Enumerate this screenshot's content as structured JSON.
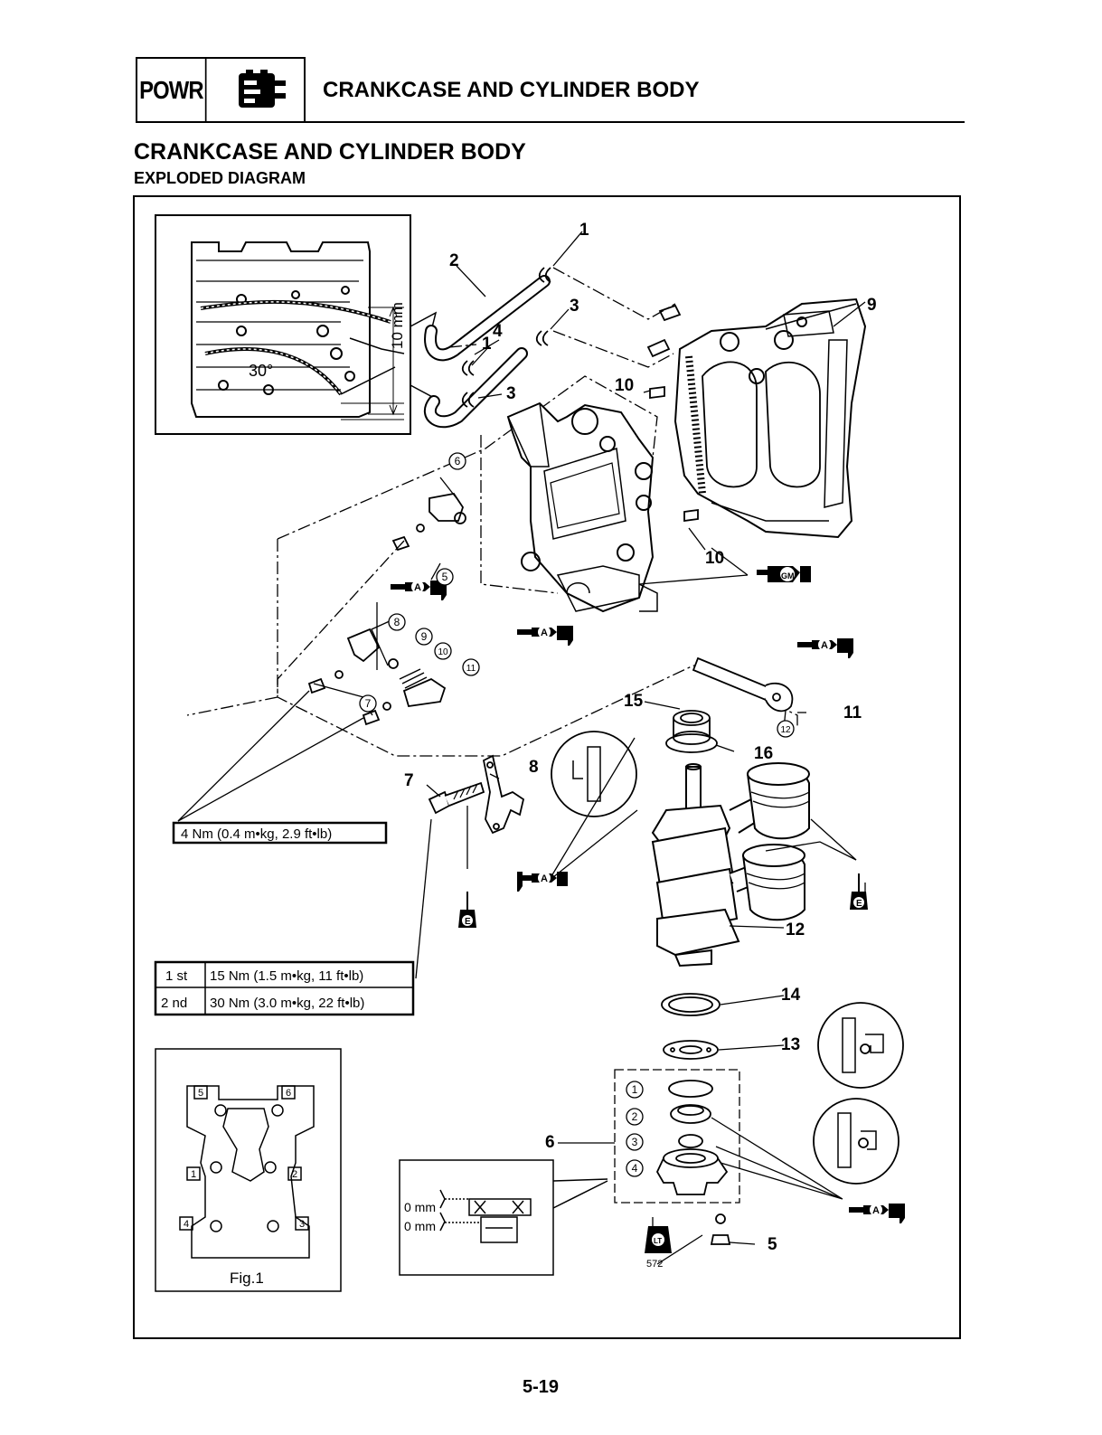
{
  "header": {
    "tag": "POWR",
    "title": "CRANKCASE AND CYLINDER BODY"
  },
  "section": {
    "title": "CRANKCASE AND CYLINDER BODY",
    "subtitle": "EXPLODED DIAGRAM"
  },
  "inset": {
    "angle": "30°",
    "dimension": "10 mm"
  },
  "callouts": {
    "c1": "1",
    "c1b": "1",
    "c2": "2",
    "c3": "3",
    "c3b": "3",
    "c4": "4",
    "c5": "5",
    "c6": "6",
    "c7": "7",
    "c8": "8",
    "c9": "9",
    "c10a": "10",
    "c10b": "10",
    "c11": "11",
    "c12": "12",
    "c13": "13",
    "c14": "14",
    "c15": "15",
    "c16": "16"
  },
  "sub_callouts": {
    "s5": "5",
    "s6": "6",
    "s7": "7",
    "s8": "8",
    "s9": "9",
    "s10": "10",
    "s11": "11",
    "s12": "12",
    "g1": "1",
    "g2": "2",
    "g3": "3",
    "g4": "4"
  },
  "torque": {
    "small": "4 Nm (0.4 m•kg, 2.9 ft•lb)",
    "rows": [
      {
        "step": "1 st",
        "value": "15 Nm (1.5 m•kg, 11 ft•lb)"
      },
      {
        "step": "2 nd",
        "value": "30 Nm (3.0 m•kg, 22 ft•lb)"
      }
    ]
  },
  "symbols": {
    "grease_a": "A",
    "grease_gm": "GM",
    "oil_e": "E",
    "loctite": "LT",
    "loctite_num": "572"
  },
  "fig1": {
    "caption": "Fig.1",
    "numbers": [
      "1",
      "2",
      "3",
      "4",
      "5",
      "6"
    ]
  },
  "seal_detail": {
    "dim1": "0 mm",
    "dim2": "0 mm"
  },
  "page_number": "5-19"
}
